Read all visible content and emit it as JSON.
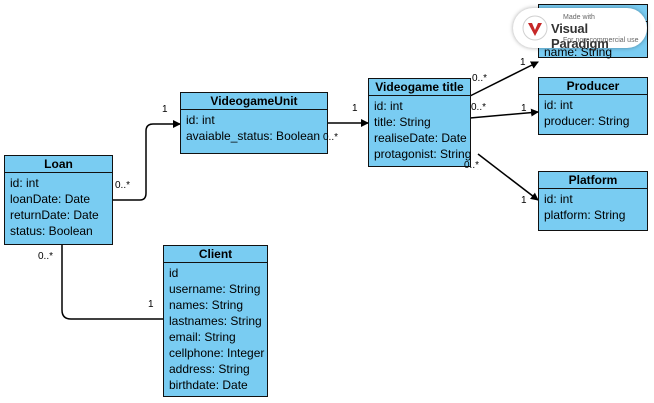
{
  "classes": {
    "loan": {
      "title": "Loan",
      "attributes": [
        "id: int",
        "loanDate: Date",
        "returnDate: Date",
        "status: Boolean"
      ]
    },
    "videogame_unit": {
      "title": "VideogameUnit",
      "attributes": [
        "id: int",
        "avaiable_status: Boolean"
      ]
    },
    "videogame_title": {
      "title": "Videogame title",
      "attributes": [
        "id: int",
        "title: String",
        "realiseDate: Date",
        "protagonist: String"
      ]
    },
    "top_class": {
      "title": "",
      "attributes": [
        "name: String"
      ]
    },
    "producer": {
      "title": "Producer",
      "attributes": [
        "id: int",
        "producer: String"
      ]
    },
    "platform": {
      "title": "Platform",
      "attributes": [
        "id: int",
        "platform: String"
      ]
    },
    "client": {
      "title": "Client",
      "attributes": [
        "id",
        "username: String",
        "names: String",
        "lastnames: String",
        "email: String",
        "cellphone: Integer",
        "address: String",
        "birthdate: Date"
      ]
    }
  },
  "multiplicities": {
    "loan_unit_many": "0..*",
    "loan_unit_one": "1",
    "unit_title_many": "0..*",
    "unit_title_one": "1",
    "title_top_many": "0..*",
    "title_top_one": "1",
    "title_producer_many": "0..*",
    "title_producer_one": "1",
    "title_platform_many": "0..*",
    "title_platform_one": "1",
    "loan_client_many": "0..*",
    "loan_client_one": "1"
  },
  "watermark": {
    "small": "Made with",
    "brand": "Visual Paradigm",
    "note": "For non-commercial use"
  },
  "colors": {
    "class_fill": "#79CCF2",
    "border": "#111111",
    "line": "#000000"
  }
}
